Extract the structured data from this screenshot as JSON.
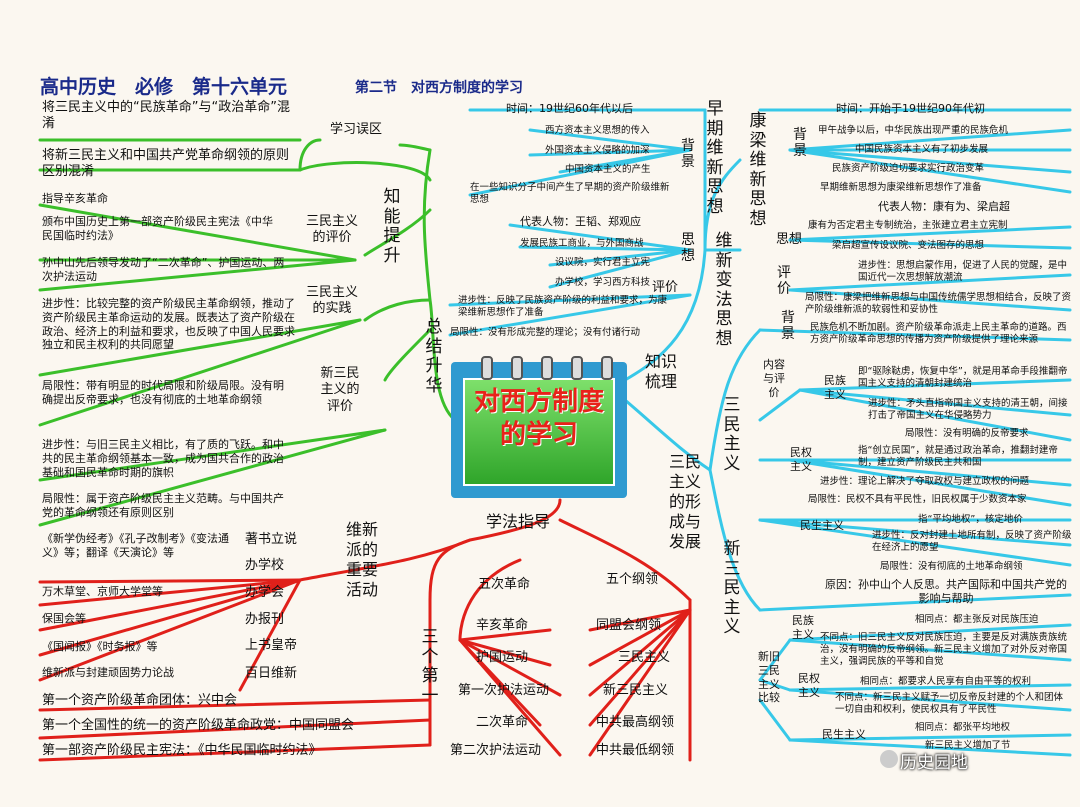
{
  "title": {
    "main": "高中历史　必修　第十六单元",
    "sub": "第二节　对西方制度的学习"
  },
  "center": {
    "title": "对西方制度的学习"
  },
  "branches": {
    "zongjie": "总结升华",
    "zhishi": "知识梳理",
    "xuefa": "学法指导",
    "zhineng": "知能提升",
    "sanminzhuyi_xingcheng": "三民主义的形成与发展",
    "sange_diyi": "三个第一",
    "weixin_huodong": "维新派的重要活动",
    "wuci_geming": "五次革命",
    "wuge_gangling": "五个纲领"
  },
  "left": {
    "wuqu_head": "学习误区",
    "wuqu": [
      "将三民主义中的“民族革命”与“政治革命”混淆",
      "将新三民主义和中国共产党革命纲领的原则区别混淆"
    ],
    "pingjia_head": "三民主义的评价",
    "pingjia": [
      "指导辛亥革命",
      "颁布中国历史上第一部资产阶级民主宪法《中华民国临时约法》",
      "孙中山先后领导发动了“二次革命”、护国运动、两次护法运动"
    ],
    "shijian_head": "三民主义的实践",
    "shijian": [
      "进步性：比较完整的资产阶级民主革命纲领，推动了资产阶级民主革命运动的发展。既表达了资产阶级在政治、经济上的利益和要求，也反映了中国人民要求独立和民主权利的共同愿望",
      "局限性：带有明显的时代局限和阶级局限。没有明确提出反帝要求，也没有彻底的土地革命纲领"
    ],
    "xin_head": "新三民主义的评价",
    "xin": [
      "进步性：与旧三民主义相比，有了质的飞跃。和中共的民主革命纲领基本一致，成为国共合作的政治基础和国民革命时期的旗帜",
      "局限性：属于资产阶级民主主义范畴。与中国共产党的革命纲领还有原则区别"
    ]
  },
  "weixin": {
    "items": [
      {
        "label": "著书立说",
        "detail": "《新学伪经考》《孔子改制考》《变法通义》等；翻译《天演论》等"
      },
      {
        "label": "办学校",
        "detail": "万木草堂、京师大学堂等"
      },
      {
        "label": "办学会",
        "detail": "保国会等"
      },
      {
        "label": "办报刊",
        "detail": "《国闻报》《时务报》等"
      },
      {
        "label": "上书皇帝",
        "detail": "维新派与封建顽固势力论战"
      },
      {
        "label": "百日维新",
        "detail": ""
      }
    ]
  },
  "sange": [
    "第一个资产阶级革命团体：兴中会",
    "第一个全国性的统一的资产阶级革命政党：中国同盟会",
    "第一部资产阶级民主宪法：《中华民国临时约法》"
  ],
  "wuci": [
    "辛亥革命",
    "护国运动",
    "第一次护法运动",
    "二次革命",
    "第二次护法运动"
  ],
  "wuge": [
    "同盟会纲领",
    "三民主义",
    "新三民主义",
    "中共最高纲领",
    "中共最低纲领"
  ],
  "zaoqi": {
    "head": "早期维新思想",
    "time": "时间：19世纪60年代以后",
    "beijing_label": "背景",
    "beijing": [
      "西方资本主义思想的传入",
      "外国资本主义侵略的加深",
      "中国资本主义的产生",
      "在一些知识分子中间产生了早期的资产阶级维新思想"
    ],
    "sixiang_label": "思想",
    "daibiao": "代表人物：王韬、郑观应",
    "sixiang": [
      "发展民族工商业，与外国商战",
      "设议院，实行君主立宪",
      "办学校，学习西方科技"
    ],
    "pingjia_label": "评价",
    "pingjia": [
      "进步性：反映了民族资产阶级的利益和要求，为康梁维新思想作了准备",
      "局限性：没有形成完整的理论；没有付诸行动"
    ]
  },
  "kangliang": {
    "head": "康梁维新思想",
    "mid_head": "维新变法思想",
    "time": "时间：开始于19世纪90年代初",
    "beijing_label": "背景",
    "beijing": [
      "甲午战争以后，中华民族出现严重的民族危机",
      "中国民族资本主义有了初步发展",
      "民族资产阶级迫切要求实行政治变革",
      "早期维新思想为康梁维新思想作了准备"
    ],
    "daibiao": "代表人物：康有为、梁启超",
    "sixiang_label": "思想",
    "sixiang": [
      "康有为否定君主专制统治，主张建立君主立宪制",
      "梁启超宣传设议院、变法图存的思想"
    ],
    "pingjia_label": "评价",
    "pingjia": [
      "进步性：思想启蒙作用，促进了人民的觉醒，是中国近代一次思想解放潮流",
      "局限性：康梁把维新思想与中国传统儒学思想相结合，反映了资产阶级维新派的软弱性和妥协性"
    ]
  },
  "sanmin": {
    "head": "三民主义",
    "beijing_label": "背景",
    "beijing": "民族危机不断加剧。资产阶级革命派走上民主革命的道路。西方资产阶级革命思想的传播为资产阶级提供了理论来源",
    "neirong_label": "内容与评价",
    "minzu_label": "民族主义",
    "minzu": [
      "即“驱除鞑虏，恢复中华”，就是用革命手段推翻帝国主义支持的清朝封建统治",
      "进步性：矛头直指帝国主义支持的清王朝，间接打击了帝国主义在华侵略势力",
      "局限性：没有明确的反帝要求"
    ],
    "minquan_label": "民权主义",
    "minquan": [
      "指“创立民国”，就是通过政治革命，推翻封建帝制，建立资产阶级民主共和国",
      "进步性：理论上解决了夺取政权与建立政权的问题",
      "局限性：民权不具有平民性，旧民权属于少数资本家"
    ],
    "minsheng_label": "民生主义",
    "minsheng": [
      "指“平均地权”，核定地价",
      "进步性：反对封建土地所有制，反映了资产阶级在经济上的愿望",
      "局限性：没有彻底的土地革命纲领"
    ]
  },
  "xinsanmin": {
    "head": "新三民主义",
    "yuanyin": "原因：孙中山个人反思。共产国际和中国共产党的影响与帮助",
    "bijiao_label": "新旧三民主义比较",
    "minzu_label": "民族主义",
    "minzu": [
      "相同点：都主张反对民族压迫",
      "不同点：旧三民主义反对民族压迫，主要是反对满族贵族统治，没有明确的反帝纲领。新三民主义增加了对外反对帝国主义，强调民族的平等和自觉"
    ],
    "minquan_label": "民权主义",
    "minquan": [
      "相同点：都要求人民享有自由平等的权利",
      "不同点：新三民主义赋予一切反帝反封建的个人和团体一切自由和权利，使民权具有了平民性"
    ],
    "minsheng_label": "民生主义",
    "minsheng": [
      "相同点：都张平均地权",
      "新三民主义增加了节"
    ]
  },
  "watermark": "历史园地",
  "colors": {
    "green": "#3bbf2a",
    "cyan": "#37c8e8",
    "red": "#e0201a",
    "title_blue": "#1a2a8a"
  }
}
